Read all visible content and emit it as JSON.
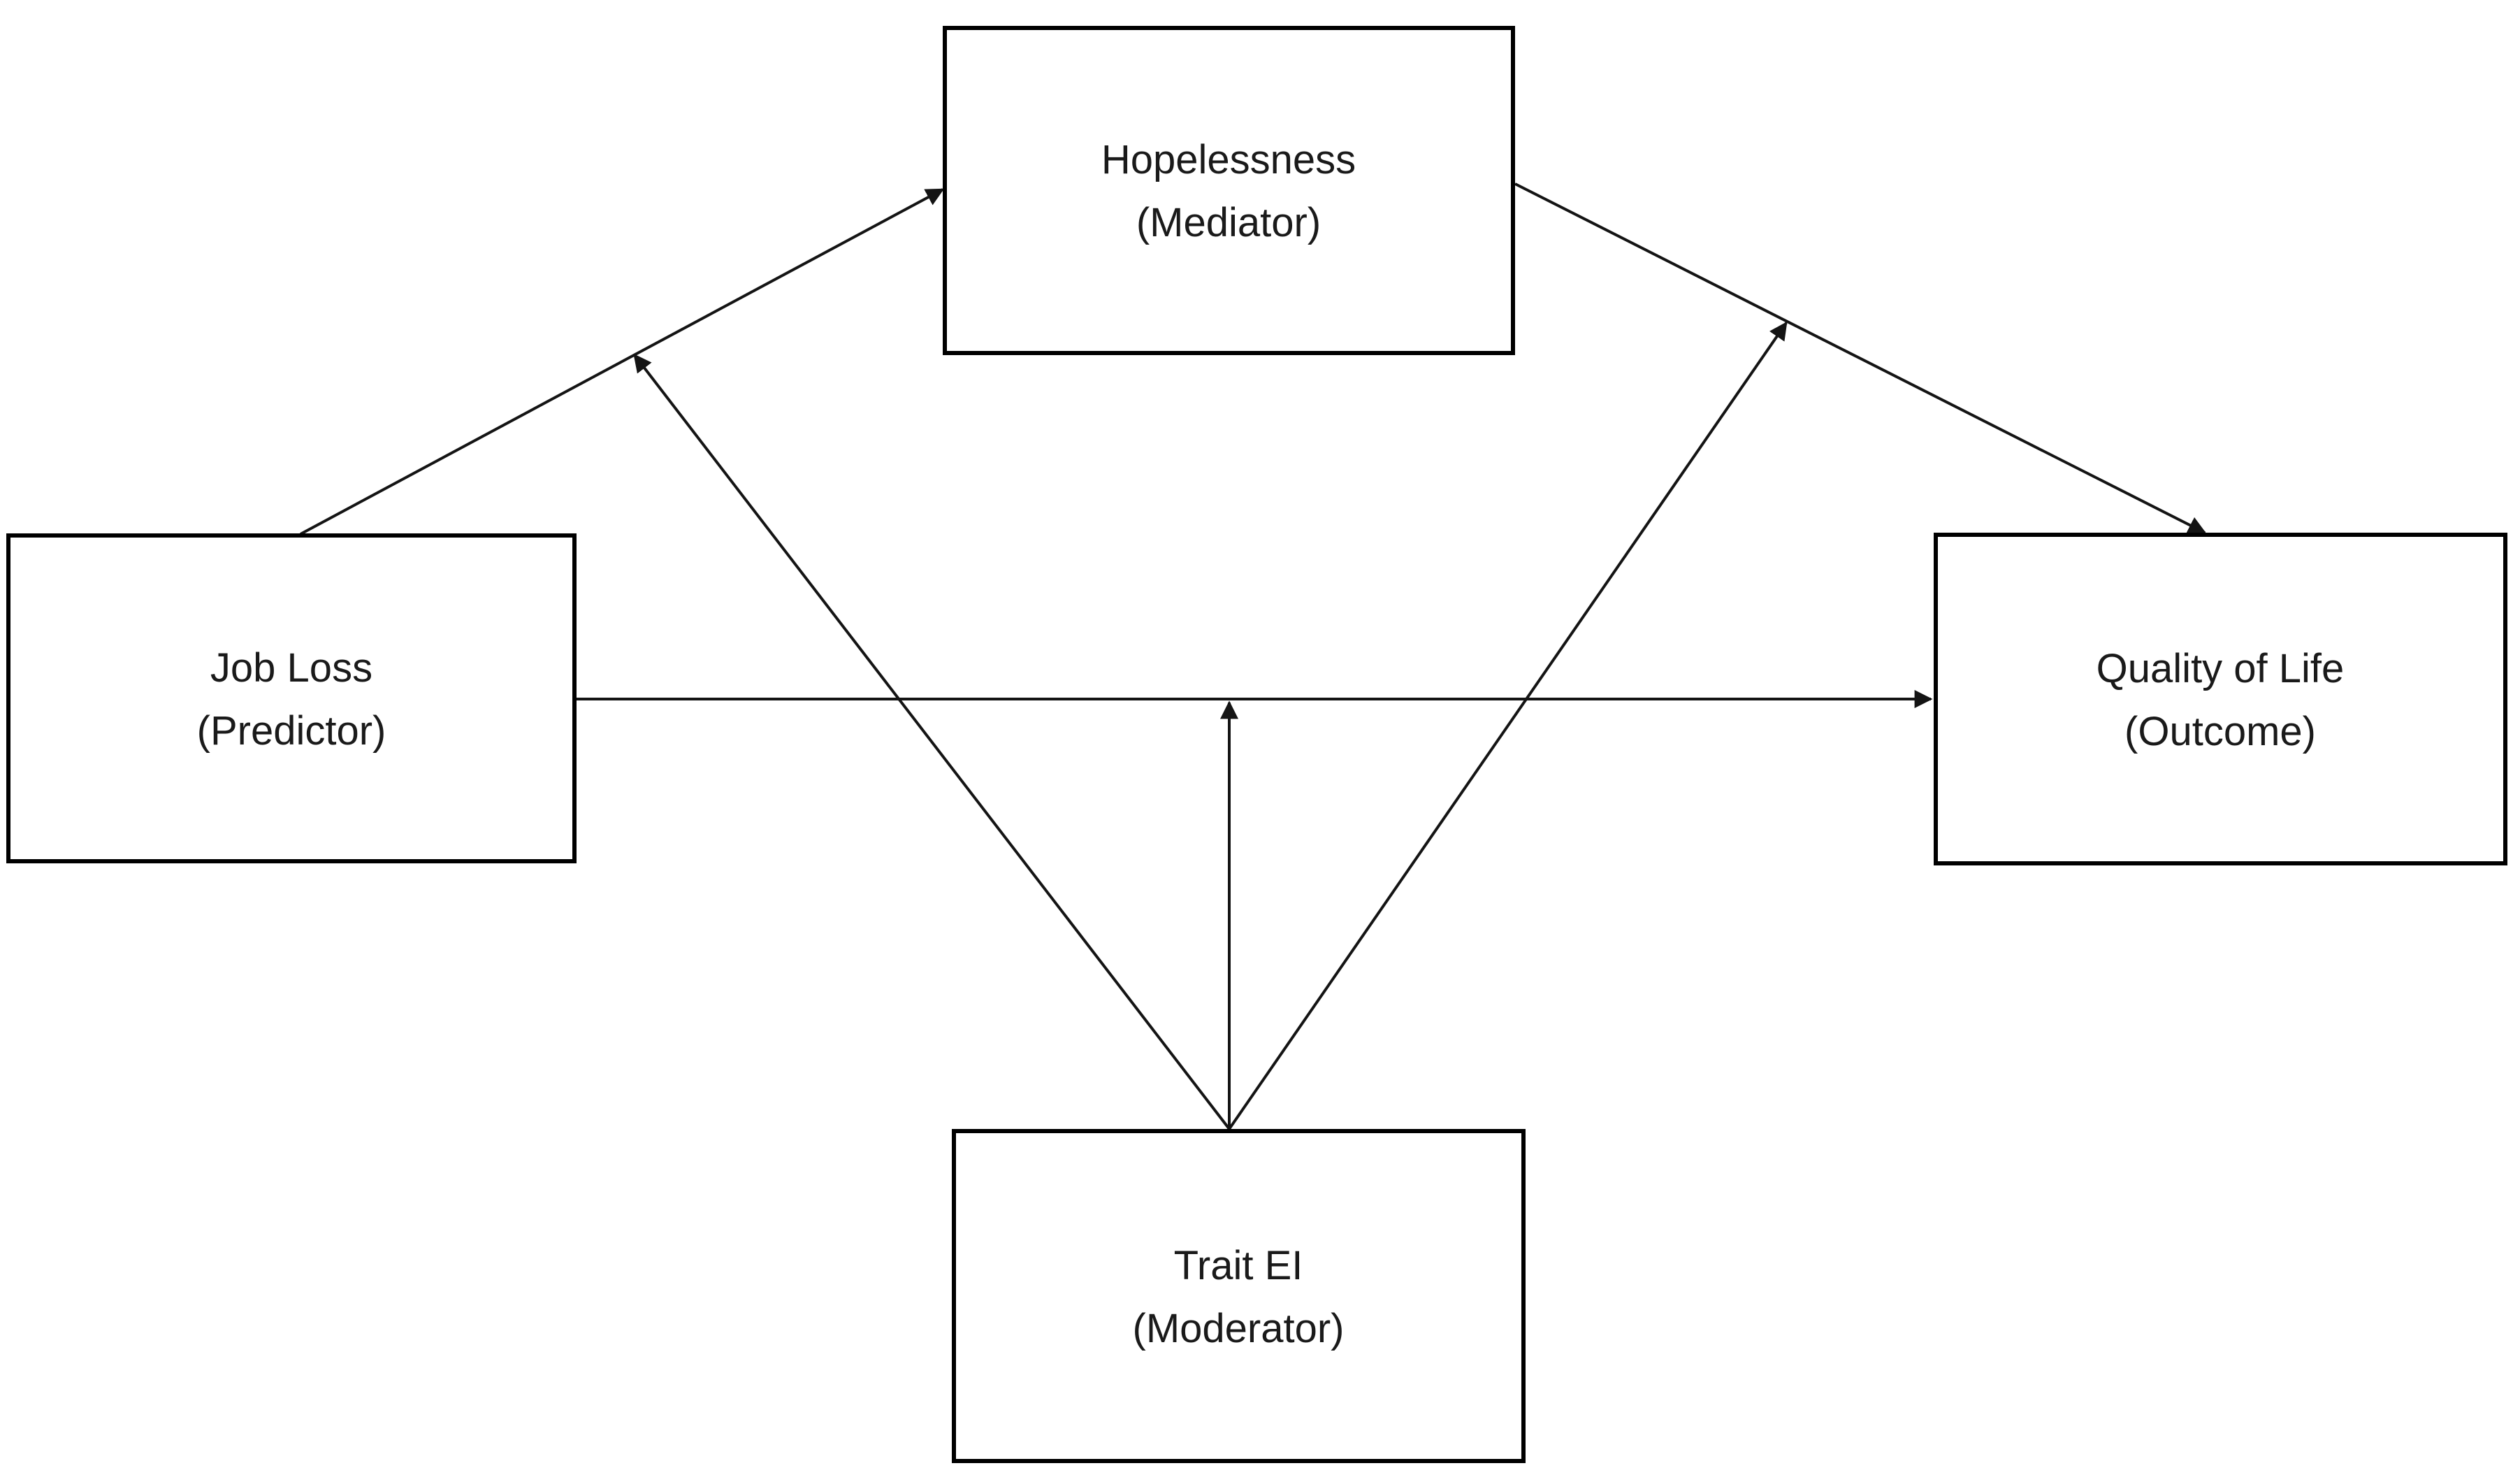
{
  "diagram": {
    "type": "moderated-mediation-path-model",
    "colors": {
      "background": "#ffffff",
      "box_fill": "#ffffff",
      "box_border": "#000000",
      "arrow": "#141414",
      "text": "#1a1a1a"
    },
    "nodes": {
      "mediator": {
        "label": "Hopelessness",
        "sublabel": "(Mediator)"
      },
      "predictor": {
        "label": "Job Loss",
        "sublabel": "(Predictor)"
      },
      "outcome": {
        "label": "Quality of Life",
        "sublabel": "(Outcome)"
      },
      "moderator": {
        "label": "Trait EI",
        "sublabel": "(Moderator)"
      }
    },
    "edges": [
      {
        "from": "predictor",
        "to": "mediator",
        "kind": "direct"
      },
      {
        "from": "mediator",
        "to": "outcome",
        "kind": "direct"
      },
      {
        "from": "predictor",
        "to": "outcome",
        "kind": "direct"
      },
      {
        "from": "moderator",
        "to": "predictor-mediator-path",
        "kind": "moderation"
      },
      {
        "from": "moderator",
        "to": "predictor-outcome-path",
        "kind": "moderation"
      },
      {
        "from": "moderator",
        "to": "mediator-outcome-path",
        "kind": "moderation"
      }
    ]
  }
}
